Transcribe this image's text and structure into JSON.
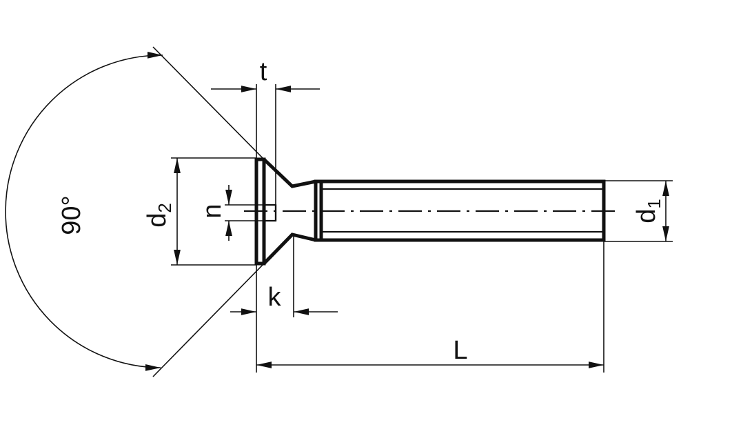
{
  "labels": {
    "angle": "90°",
    "t": "t",
    "k": "k",
    "n": "n",
    "L": "L",
    "d2_main": "d",
    "d2_sub": "2",
    "d1_main": "d",
    "d1_sub": "1"
  },
  "colors": {
    "line": "#111111",
    "background": "#ffffff"
  }
}
